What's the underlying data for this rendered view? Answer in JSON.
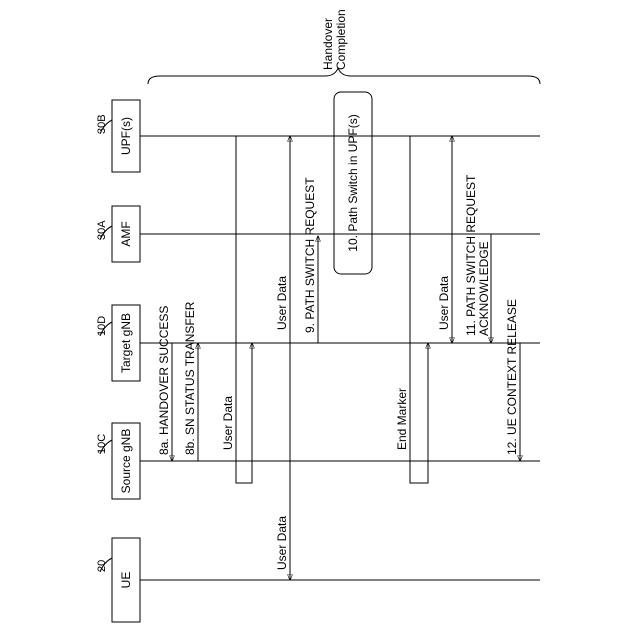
{
  "phase": {
    "label_line1": "Handover",
    "label_line2": "Completion"
  },
  "entities": [
    {
      "id": "upf",
      "name": "UPF(s)",
      "ref": "30B"
    },
    {
      "id": "amf",
      "name": "AMF",
      "ref": "30A"
    },
    {
      "id": "target",
      "name": "Target gNB",
      "ref": "10D"
    },
    {
      "id": "source",
      "name": "Source gNB",
      "ref": "10C"
    },
    {
      "id": "ue",
      "name": "UE",
      "ref": "20"
    }
  ],
  "messages": {
    "m8a": "8a. HANDOVER SUCCESS",
    "m8b": "8b. SN STATUS TRANSFER",
    "user_data_fwd": "User Data",
    "user_data_ue": "User Data",
    "user_data_upf": "User Data",
    "m9": "9. PATH SWITCH REQUEST",
    "m10": "10. Path Switch in UPF(s)",
    "end_marker": "End Marker",
    "user_data_new": "User Data",
    "m11_line1": "11. PATH SWITCH REQUEST",
    "m11_line2": "ACKNOWLEDGE",
    "m12": "12. UE CONTEXT RELEASE"
  }
}
